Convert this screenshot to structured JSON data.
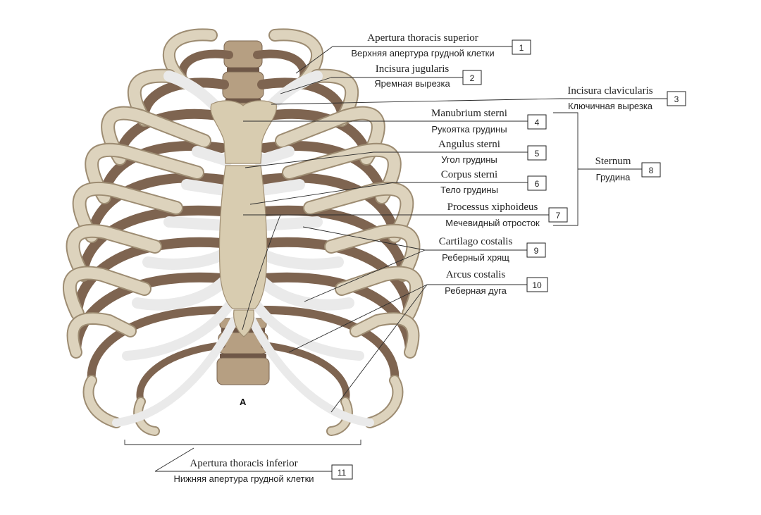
{
  "figure_letter": "A",
  "labels": [
    {
      "id": "1",
      "latin": "Apertura thoracis superior",
      "russian": "Верхняя апертура грудной клетки"
    },
    {
      "id": "2",
      "latin": "Incisura jugularis",
      "russian": "Яремная вырезка"
    },
    {
      "id": "3",
      "latin": "Incisura clavicularis",
      "russian": "Ключичная вырезка"
    },
    {
      "id": "4",
      "latin": "Manubrium sterni",
      "russian": "Рукоятка грудины"
    },
    {
      "id": "5",
      "latin": "Angulus sterni",
      "russian": "Угол грудины"
    },
    {
      "id": "6",
      "latin": "Corpus sterni",
      "russian": "Тело грудины"
    },
    {
      "id": "7",
      "latin": "Processus xiphoideus",
      "russian": "Мечевидный отросток"
    },
    {
      "id": "8",
      "latin": "Sternum",
      "russian": "Грудина"
    },
    {
      "id": "9",
      "latin": "Cartilago costalis",
      "russian": "Реберный хрящ"
    },
    {
      "id": "10",
      "latin": "Arcus costalis",
      "russian": "Реберная дуга"
    },
    {
      "id": "11",
      "latin": "Apertura thoracis inferior",
      "russian": "Нижняя апертура грудной клетки"
    }
  ],
  "colors": {
    "bone": "#ddd3bd",
    "bone_shadow": "#7e6450",
    "cartilage": "#eaeaea",
    "vertebra": "#b69f82",
    "leader": "#2a2a2a"
  }
}
